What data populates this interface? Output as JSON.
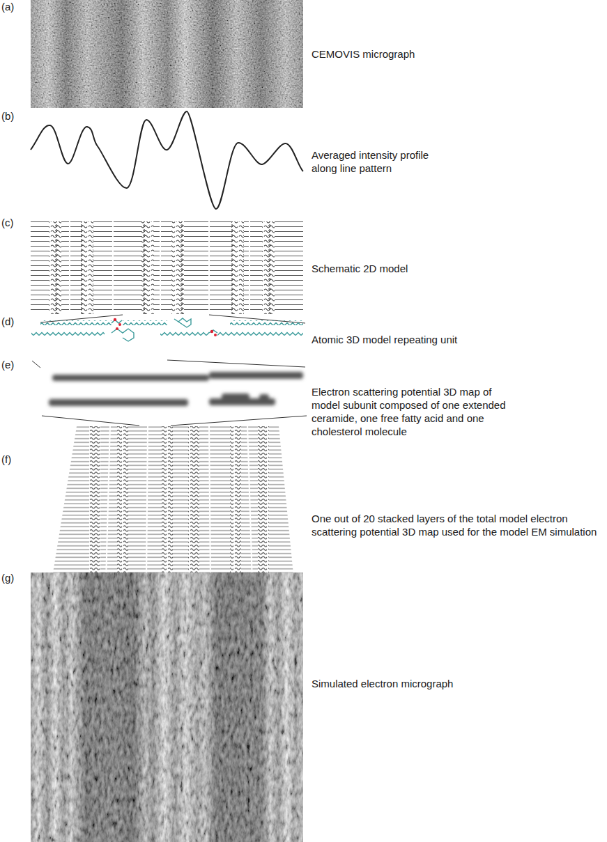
{
  "diagram": {
    "labels": [
      "(a)",
      "CEMOVIS micrograph",
      "(b)",
      "Averaged intensity profile along line pattern",
      "(c)",
      "Schematic 2D model",
      "(d)",
      "Atomic 3D model repeating unit",
      "(e)",
      "Electron scattering potential 3D map of model subunit composed of one extended ceramide, one free fatty acid and one cholesterol molecule",
      "(f)",
      "One out of 20 stacked layers of the total model electron scattering potential 3D map used for the model EM simulation",
      "(g)",
      "Simulated electron micrograph"
    ]
  }
}
